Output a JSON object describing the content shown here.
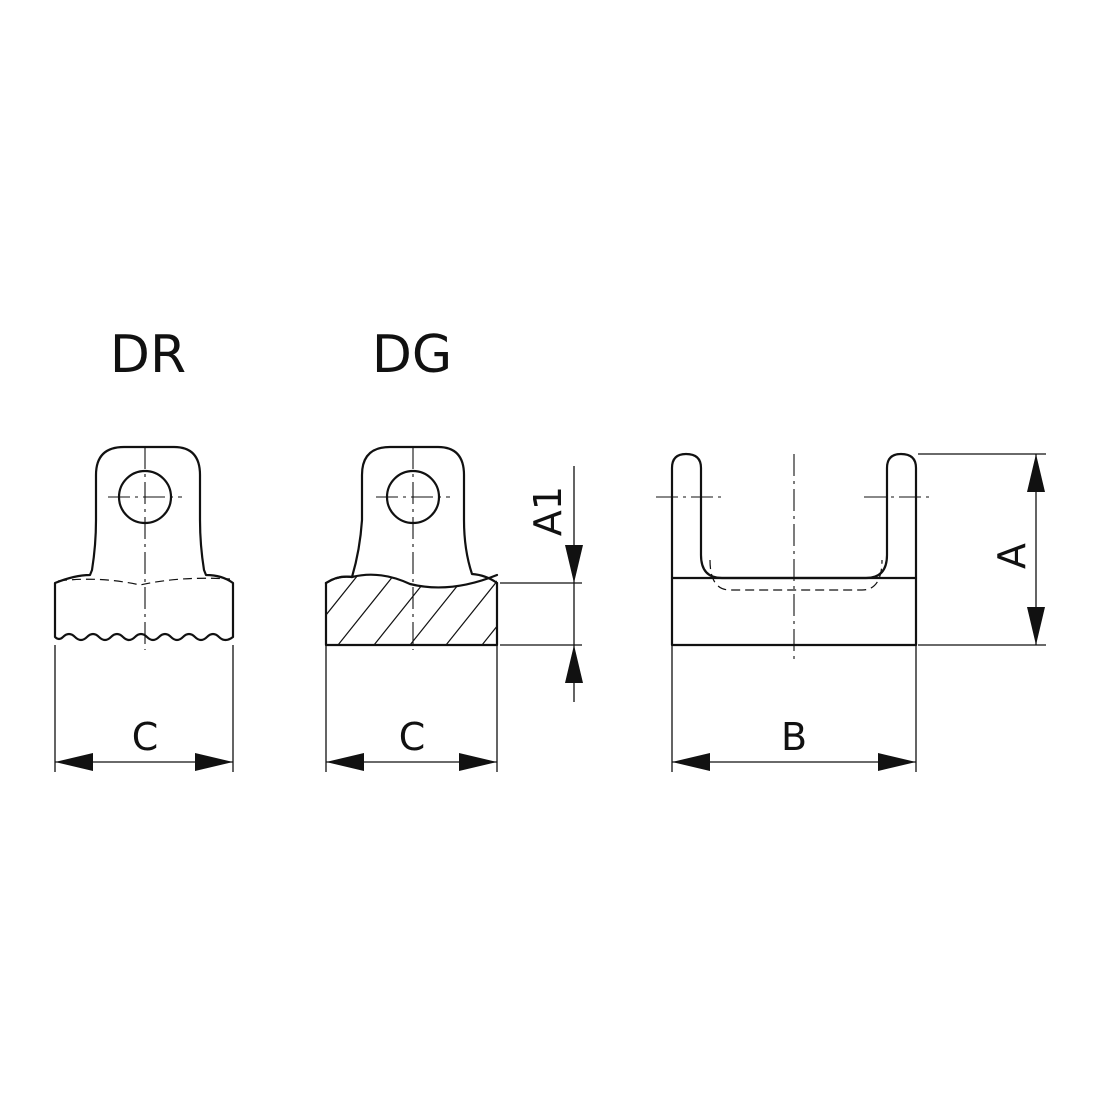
{
  "views": {
    "dr": {
      "title": "DR",
      "dimension": "C"
    },
    "dg": {
      "title": "DG",
      "dimension": "C",
      "height_dimension": "A1"
    },
    "side": {
      "width_dimension": "B",
      "height_dimension": "A"
    }
  },
  "colors": {
    "line": "#111111",
    "background": "#ffffff"
  }
}
